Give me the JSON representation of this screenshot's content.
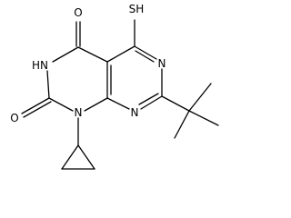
{
  "structure": {
    "labels": {
      "sh": "SH",
      "o_top": "O",
      "nh": "HN",
      "o_left": "O",
      "n1": "N",
      "n_right_upper": "N",
      "n_right_lower": "N"
    }
  }
}
